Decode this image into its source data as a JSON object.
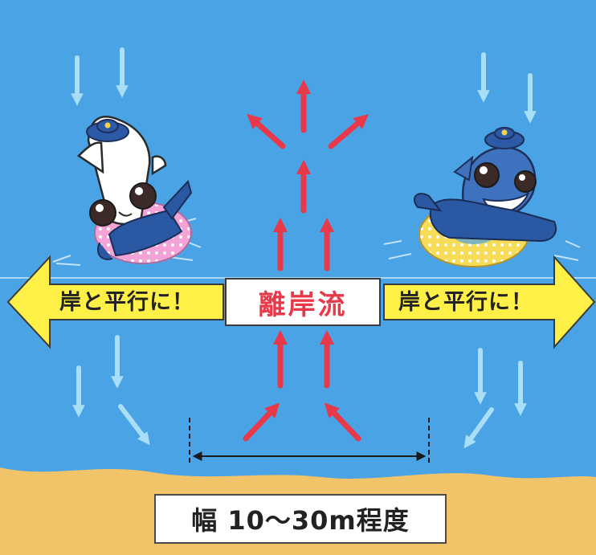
{
  "center_label": "離岸流",
  "left_arrow_label": "岸と平行に！",
  "right_arrow_label": "岸と平行に！",
  "width_label": "幅 10〜30m程度",
  "colors": {
    "sea": "#4aa3e4",
    "sand": "#f2c46a",
    "rip_arrow": "#e8394a",
    "wave_arrow": "#a9def7",
    "parallel_arrow": "#fff047"
  },
  "icons": [
    "rip-current-arrow",
    "wave-arrow",
    "parallel-arrow",
    "squid-mascot",
    "shark-mascot",
    "swim-ring"
  ]
}
